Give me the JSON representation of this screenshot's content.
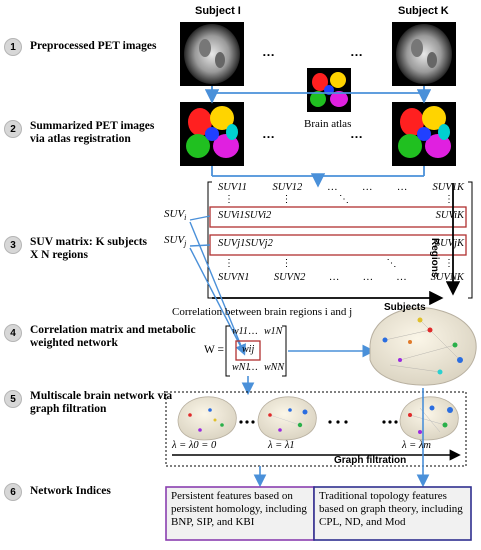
{
  "steps": [
    {
      "num": "1",
      "label": "Preprocessed PET images"
    },
    {
      "num": "2",
      "label": "Summarized PET images via atlas registration"
    },
    {
      "num": "3",
      "label": "SUV matrix: K subjects X N regions"
    },
    {
      "num": "4",
      "label": "Correlation matrix and metabolic weighted network"
    },
    {
      "num": "5",
      "label": "Multiscale brain network via graph filtration"
    },
    {
      "num": "6",
      "label": "Network Indices"
    }
  ],
  "subjects": {
    "first": "Subject I",
    "last": "Subject K"
  },
  "ellipsis": "…",
  "atlas_label": "Brain atlas",
  "suv_i": "SUV",
  "suv_i_sub": "i",
  "suv_j_sub": "j",
  "axis": {
    "regions": "Regions",
    "subjects": "Subjects"
  },
  "matrix": {
    "row1": [
      "SUV11",
      "SUV12",
      "…",
      "…",
      "…",
      "SUV1K"
    ],
    "rowi": [
      "SUVi1",
      "SUVi2",
      "SUViK"
    ],
    "rowj": [
      "SUVj1",
      "SUVj2",
      "SUVjK"
    ],
    "rowN": [
      "SUVN1",
      "SUVN2",
      "…",
      "…",
      "…",
      "SUVNK"
    ]
  },
  "correlation_caption": "Correlation between brain regions i and j",
  "W": {
    "lhs": "W =",
    "w11": "w11",
    "w1N": "w1N",
    "wij": "wij",
    "wN1": "wN1",
    "wNN": "wNN",
    "dots": "…"
  },
  "filtration": {
    "lambda0": "λ = λ0 = 0",
    "lambda1": "λ = λ1",
    "lambdam": "λ = λm",
    "axis_label": "Graph filtration"
  },
  "boxes": {
    "persistent": "Persistent features based on persistent homology, including BNP, SIP, and KBI",
    "traditional": "Traditional topology features based on graph theory, including CPL, ND, and Mod"
  },
  "colors": {
    "flow_arrow": "#4a90d9",
    "highlight_box": "#b03030",
    "purple_box": "#8a3fb0",
    "blue_box": "#2f2f8f"
  }
}
